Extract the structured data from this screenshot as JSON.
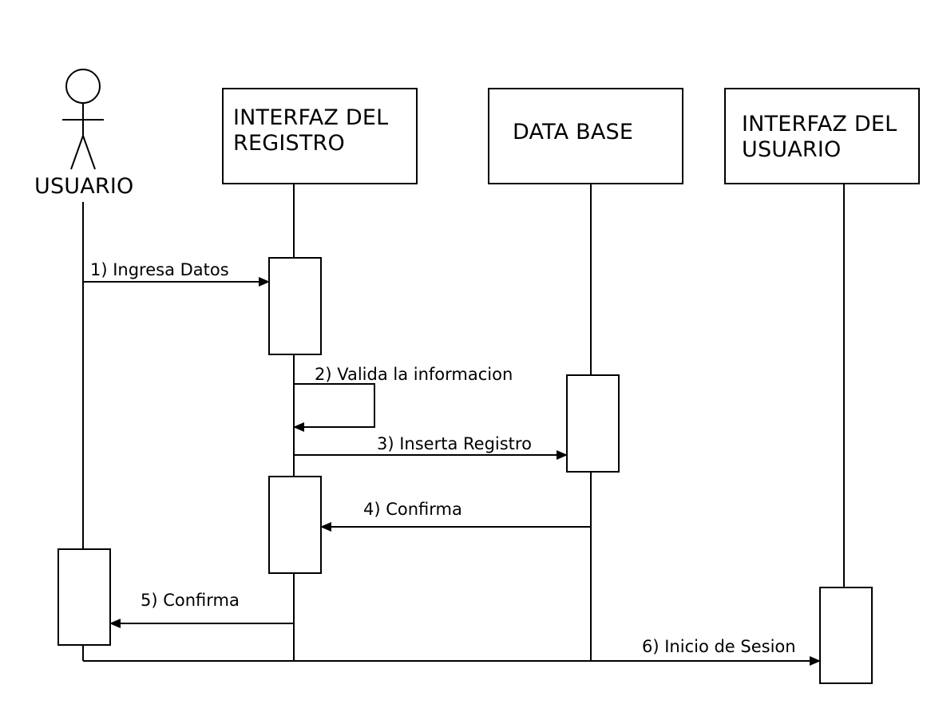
{
  "participants": {
    "actor": {
      "label": "USUARIO"
    },
    "registro": {
      "line1": "INTERFAZ DEL",
      "line2": "REGISTRO"
    },
    "database": {
      "label": "DATA BASE"
    },
    "usuario_ui": {
      "line1": "INTERFAZ DEL",
      "line2": "USUARIO"
    }
  },
  "messages": [
    {
      "label": "1) Ingresa Datos"
    },
    {
      "label": "2) Valida la informacion"
    },
    {
      "label": "3) Inserta Registro"
    },
    {
      "label": "4) Confirma"
    },
    {
      "label": "5) Confirma"
    },
    {
      "label": "6) Inicio de Sesion"
    }
  ],
  "colors": {
    "line": "#000000",
    "background": "#ffffff"
  }
}
